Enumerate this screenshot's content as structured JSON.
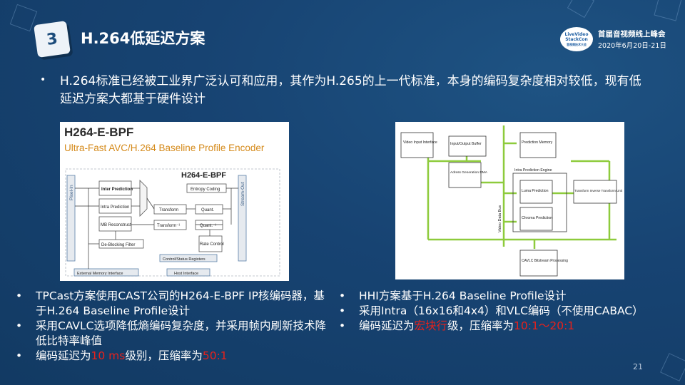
{
  "slide": {
    "number": "3",
    "title": "H.264低延迟方案",
    "logo_lines": [
      "LiveVideo",
      "StackCon",
      "音视频技术大会"
    ],
    "conference_name": "首届音视频线上峰会",
    "conference_date": "2020年6月20日-21日",
    "page_number": "21"
  },
  "intro": "H.264标准已经被工业界广泛认可和应用，其作为H.265的上一代标准，本身的编码复杂度相对较低，现有低延迟方案大都基于硬件设计",
  "left_diagram": {
    "heading": "H264-E-BPF",
    "subtitle": "Ultra-Fast AVC/H.264 Baseline Profile Encoder",
    "core_label": "H264-E-BPF",
    "pixel_in": "Pixel-In",
    "stream_out": "Stream-Out",
    "inter_prediction": "Inter Prediction",
    "intra_prediction": "Intra Prediction",
    "mb_reconstruct": "MB Reconstruct",
    "entropy_coding": "Entropy Coding",
    "transform": "Transform",
    "quant": "Quant.",
    "transform_inv": "Transform⁻¹",
    "quant_inv": "Quant.⁻¹",
    "deblocking": "De-Blocking Filter",
    "rate_control": "Rate Control",
    "control_status": "Control/Status Registers",
    "ext_memory": "External Memory Interface",
    "host_interface": "Host Interface"
  },
  "right_diagram": {
    "video_input": "Video Input Interface",
    "io_buffer": "Input/Output Buffer",
    "prediction_memory": "Prediction Memory",
    "address_dma": "Adress Generation DMA",
    "intra_engine": "Intra Prediction Engine",
    "luma": "Luma Prediction",
    "chroma": "Chroma Prediction",
    "transform_unit": "Transform Inverse Transform Unit",
    "video_bus": "Video Data Bus",
    "cavlc": "CAVLC Bitstream Processing"
  },
  "left_list": [
    {
      "text": "TPCast方案使用CAST公司的H264-E-BPF IP核编码器，基于H.264 Baseline Profile设计"
    },
    {
      "text": "采用CAVLC选项降低熵编码复杂度，并采用帧内刷新技术降低比特率峰值"
    },
    {
      "prefix": "编码延迟为",
      "hl1": "10 ms",
      "mid": "级别，压缩率为",
      "hl2": "50:1"
    }
  ],
  "right_list": [
    {
      "text": "HHI方案基于H.264 Baseline Profile设计"
    },
    {
      "text": "采用Intra（16x16和4x4）和VLC编码（不使用CABAC）"
    },
    {
      "prefix": "编码延迟为",
      "hl1": "宏块行",
      "mid": "级，压缩率为",
      "hl2": "10:1～20:1"
    }
  ],
  "colors": {
    "background": "#17426b",
    "highlight": "#e8211b",
    "badge": "#eef3f8"
  }
}
